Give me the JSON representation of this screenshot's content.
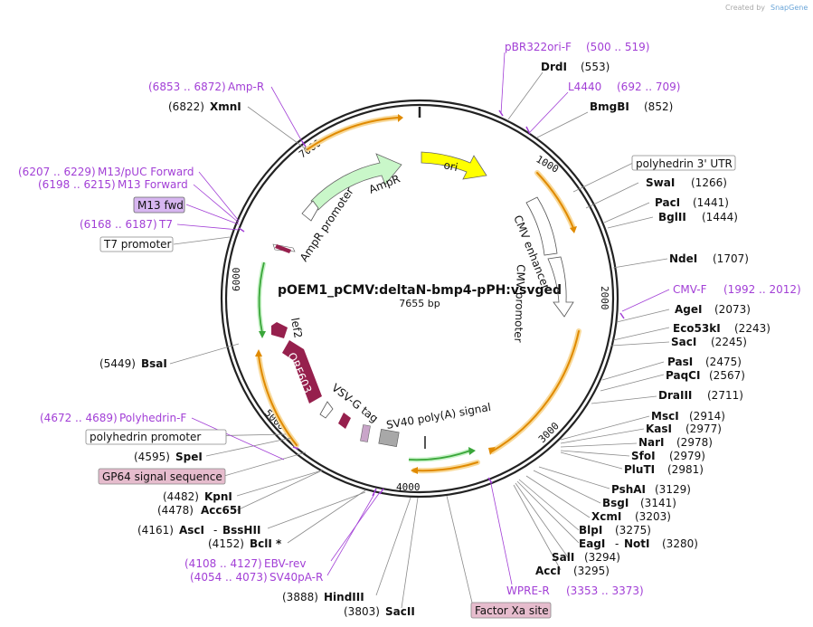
{
  "credit": {
    "created_by": "Created by",
    "brand": "SnapGene"
  },
  "plasmid": {
    "name": "pOEM1_pCMV:deltaN-bmp4-pPH:vsvged",
    "length": "7655 bp"
  },
  "ticks": [
    "1000",
    "2000",
    "3000",
    "4000",
    "5000",
    "6000",
    "7000"
  ],
  "features": {
    "ori": "ori",
    "ampr": "AmpR",
    "ampr_promoter": "AmpR promoter",
    "cmv_enhancer": "CMV enhancer",
    "cmv_promoter": "CMV promoter",
    "lef2": "lef2",
    "orf603": "ORF603",
    "vsvg_tag": "VSV-G tag",
    "sv40": "SV40 poly(A) signal"
  },
  "labels": {
    "pbr322_name": "pBR322ori-F",
    "pbr322_range": "(500 .. 519)",
    "drdi_name": "DrdI",
    "drdi_pos": "(553)",
    "l4440_name": "L4440",
    "l4440_range": "(692 .. 709)",
    "bmgbi_name": "BmgBI",
    "bmgbi_pos": "(852)",
    "polyhedrin3utr": "polyhedrin 3' UTR",
    "swai_name": "SwaI",
    "swai_pos": "(1266)",
    "paci_name": "PacI",
    "paci_pos": "(1441)",
    "bglii_name": "BglII",
    "bglii_pos": "(1444)",
    "ndei_name": "NdeI",
    "ndei_pos": "(1707)",
    "cmvf_name": "CMV-F",
    "cmvf_range": "(1992 .. 2012)",
    "agei_name": "AgeI",
    "agei_pos": "(2073)",
    "eco53ki_name": "Eco53kI",
    "eco53ki_pos": "(2243)",
    "saci_name": "SacI",
    "saci_pos": "(2245)",
    "pasi_name": "PasI",
    "pasi_pos": "(2475)",
    "paqci_name": "PaqCI",
    "paqci_pos": "(2567)",
    "draiii_name": "DraIII",
    "draiii_pos": "(2711)",
    "msci_name": "MscI",
    "msci_pos": "(2914)",
    "kasi_name": "KasI",
    "kasi_pos": "(2977)",
    "nari_name": "NarI",
    "nari_pos": "(2978)",
    "sfoi_name": "SfoI",
    "sfoi_pos": "(2979)",
    "pluti_name": "PluTI",
    "pluti_pos": "(2981)",
    "pshai_name": "PshAI",
    "pshai_pos": "(3129)",
    "bsgi_name": "BsgI",
    "bsgi_pos": "(3141)",
    "xcmi_name": "XcmI",
    "xcmi_pos": "(3203)",
    "blpi_name": "BlpI",
    "blpi_pos": "(3275)",
    "eagi_name": "EagI",
    "noti_name": "NotI",
    "noti_pos": "(3280)",
    "sali_name": "SalI",
    "sali_pos": "(3294)",
    "acci_name": "AccI",
    "acci_pos": "(3295)",
    "wprer_name": "WPRE-R",
    "wprer_range": "(3353 .. 3373)",
    "factorxa": "Factor Xa site",
    "sacii_pos": "(3803)",
    "sacii_name": "SacII",
    "hindiii_pos": "(3888)",
    "hindiii_name": "HindIII",
    "sv40par_range": "(4054 .. 4073)",
    "sv40par_name": "SV40pA-R",
    "ebvrev_range": "(4108 .. 4127)",
    "ebvrev_name": "EBV-rev",
    "bcli_pos": "(4152)",
    "bcli_name": "BclI *",
    "asci_pos": "(4161)",
    "asci_name": "AscI",
    "bsshii_name": "BssHII",
    "acc65i_pos": "(4478)",
    "acc65i_name": "Acc65I",
    "kpni_pos": "(4482)",
    "kpni_name": "KpnI",
    "gp64": "GP64 signal sequence",
    "spei_pos": "(4595)",
    "spei_name": "SpeI",
    "polyhedrin_promoter": "polyhedrin promoter",
    "polyhf_range": "(4672 .. 4689)",
    "polyhf_name": "Polyhedrin-F",
    "bsai_pos": "(5449)",
    "bsai_name": "BsaI",
    "t7promoter": "T7 promoter",
    "t7_range": "(6168 .. 6187)",
    "t7_name": "T7",
    "m13fwd": "M13 fwd",
    "m13f_range": "(6198 .. 6215)",
    "m13f_name": "M13 Forward",
    "m13puc_range": "(6207 .. 6229)",
    "m13puc_name": "M13/pUC Forward",
    "xmni_pos": "(6822)",
    "xmni_name": "XmnI",
    "ampr_range": "(6853 .. 6872)",
    "ampr_name": "Amp-R"
  },
  "colors": {
    "primer": "#a23fd6",
    "ori": "#ffff00",
    "ampr": "#c9f7c9",
    "orf": "#96204d",
    "orange": "#e08a00",
    "green": "#3aa63a",
    "gp64": "#e6bccd",
    "m13fwd": "#d7b6f0"
  }
}
